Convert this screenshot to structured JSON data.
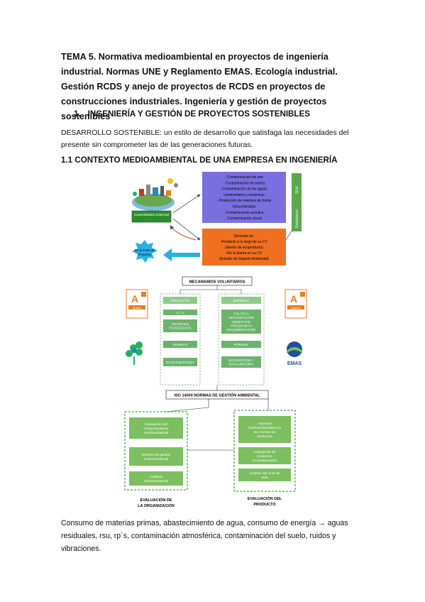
{
  "title": "TEMA 5. Normativa medioambiental en proyectos de ingeniería industrial. Normas UNE y Reglamento EMAS. Ecología industrial. Gestión RCDS y anejo de proyectos de RCDS en proyectos de construcciones industriales. Ingeniería y gestión de proyectos sostenibles",
  "section1": {
    "number": "1.",
    "heading": "INGENIERÍA Y GESTIÓN DE PROYECTOS SOSTENIBLES"
  },
  "definition": "DESARROLLO SOSTENIBLE: un estilo de desarrollo que satisfaga las necesidades del presente sin comprometer las de las generaciones futuras.",
  "section11": {
    "heading": "1.1 CONTEXTO MEDIOAMBIENTAL DE UNA EMPRESA EN INGENIERÍA"
  },
  "diagram1": {
    "sustainability_label": "Sostenibilidad Ambiental",
    "contamination_items": [
      "- Contaminación del aire",
      "- Contaminación de suelos",
      "-Contaminación de las aguas",
      "continentales y oceánicas",
      "- Producción de residuos de forma",
      "Descontrolada",
      "-Contaminación acústica",
      "-Contaminación visual"
    ],
    "derived_items": [
      "Derivada de:",
      "•Producto a lo largo de su CV",
      "(diseño de ecoproducto)",
      "•De la planta en su CV",
      "(Estudio de Impacto Ambiental)"
    ],
    "sga_exp": "Explotación",
    "sga_label": "SGA",
    "phase_label_1": "En la Fase de",
    "phase_label_2": "Proyecto"
  },
  "diagram2": {
    "header": "MECANISMOS VOLUNTARIOS",
    "left_column": [
      "PRODUCTO",
      "A C V",
      "CRITERIOS ECOLÓGICOS",
      "NORMAS",
      "ECOETIQUETADO"
    ],
    "right_column": [
      "EMPRESA",
      "POLÍTICA ORGANIZACIÓN OBJETIVOS PROGRAMA Y DOCUMENTACIÓN",
      "NORMAS",
      "ECOGESTION Y ECOAUDITORIA"
    ],
    "applus_text": "Applus",
    "emas_text": "EMAS",
    "iso_header": "ISO 14000 NORMAS DE GESTIÓN AMBIENTAL",
    "org_items": [
      "Evaluación del comportamiento medioambiental",
      "Sistema de gestión medioambiental",
      "Auditoría medioambiental"
    ],
    "product_items": [
      "Aspectos medioambientales en las normas de productos",
      "Categorías de productos (ecoetiquetado)",
      "Análisis del ciclo de vida"
    ],
    "org_caption": [
      "EVALUACIÓN DE",
      "LA ORGANIZACIÓN"
    ],
    "product_caption": [
      "EVALUACIÓN DEL",
      "PRODUCTO"
    ]
  },
  "closing": "Consumo de materias primas, abastecimiento de agua, consumo de energía → aguas residuales, rsu, rp´s, contaminación atmosférica, contaminación del suelo, ruidos y vibraciones.",
  "colors": {
    "blue_box": "#7b6fe0",
    "orange_box": "#f0701f",
    "green": "#3a9a2a",
    "dashed_green": "#4aa84a",
    "arrow_cyan": "#29b0e6",
    "sga_green": "#5aa84c"
  }
}
